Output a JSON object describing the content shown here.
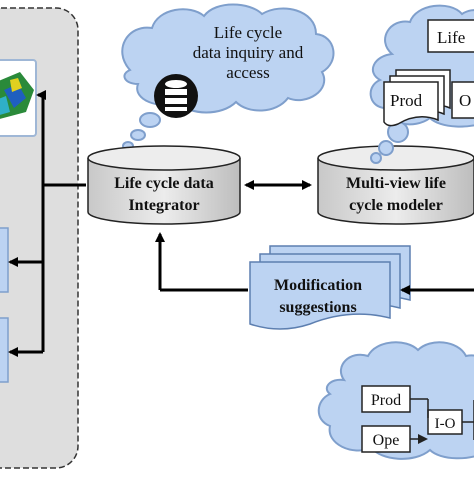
{
  "cloud_top": {
    "text_line1": "Life cycle",
    "text_line2": "data inquiry and",
    "text_line3": "access",
    "icon": "database-icon"
  },
  "integrator": {
    "line1": "Life cycle data",
    "line2": "Integrator"
  },
  "modeler": {
    "line1": "Multi-view life",
    "line2": "cycle modeler"
  },
  "modification": {
    "line1": "Modification",
    "line2": "suggestions"
  },
  "cloud_right_top": {
    "doc_back_label": "Life",
    "doc_front_label": "Prod",
    "doc_right_label": "O"
  },
  "cloud_bottom": {
    "prod_label": "Prod",
    "ope_label": "Ope",
    "io_label": "I-O"
  },
  "colors": {
    "cloud_fill": "#bcd3f2",
    "cloud_stroke": "#7f9fcc",
    "panel_fill": "#dedede",
    "cylinder_fill": "#d9d9d9",
    "cylinder_top": "#ececec",
    "doc_fill": "#bcd3f2",
    "arrow": "#000000"
  }
}
